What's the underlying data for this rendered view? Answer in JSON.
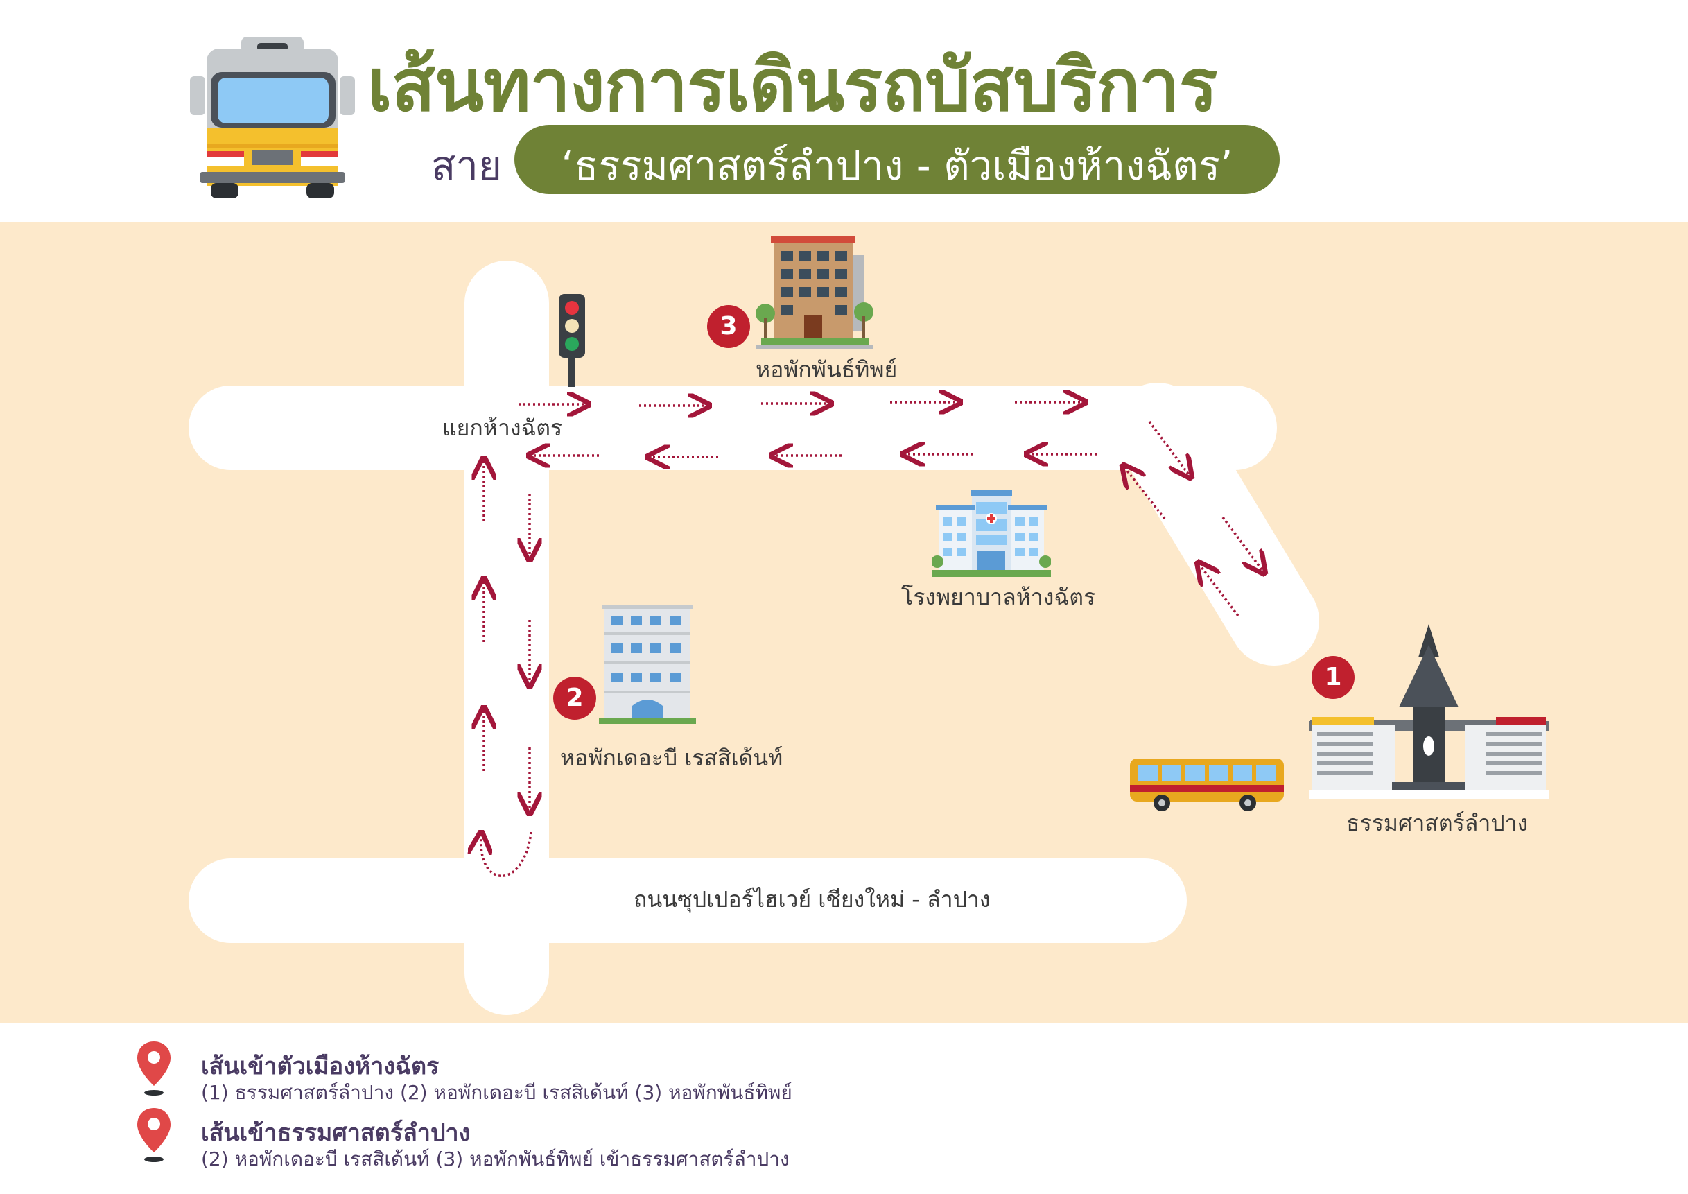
{
  "header": {
    "title": "เส้นทางการเดินรถบัสบริการ",
    "subtitle_prefix": "สาย",
    "subtitle_route": "‘ธรรมศาสตร์ลำปาง - ตัวเมืองห้างฉัตร’"
  },
  "map": {
    "labels": {
      "intersection": "แยกห้างฉัตร",
      "superhighway": "ถนนซุปเปอร์ไฮเวย์ เชียงใหม่ - ลำปาง",
      "hospital": "โรงพยาบาลห้างฉัตร"
    },
    "stops": [
      {
        "number": "1",
        "name": "ธรรมศาสตร์ลำปาง"
      },
      {
        "number": "2",
        "name": "หอพักเดอะบี เรสสิเด้นท์"
      },
      {
        "number": "3",
        "name": "หอพักพันธ์ทิพย์"
      }
    ]
  },
  "legend": [
    {
      "title": "เส้นเข้าตัวเมืองห้างฉัตร",
      "text": "(1) ธรรมศาสตร์ลำปาง (2) หอพักเดอะบี เรสสิเด้นท์ (3) หอพักพันธ์ทิพย์"
    },
    {
      "title": "เส้นเข้าธรรมศาสตร์ลำปาง",
      "text": "(2) หอพักเดอะบี เรสสิเด้นท์ (3) หอพักพันธ์ทิพย์ เข้าธรรมศาสตร์ลำปาง"
    }
  ],
  "colors": {
    "title_green": "#6f8236",
    "map_bg": "#fde9cb",
    "marker_red": "#c0202e",
    "route_arrow": "#a3163a",
    "text_purple": "#4a3b63"
  }
}
